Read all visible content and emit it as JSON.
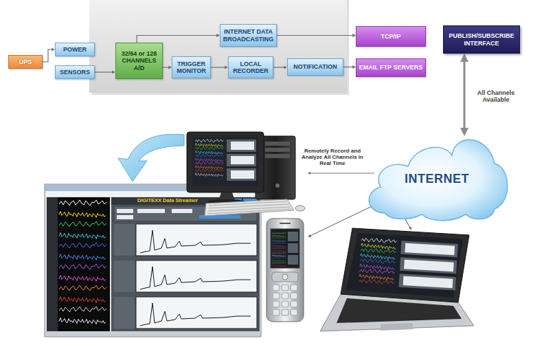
{
  "diagram": {
    "nodes": [
      {
        "text": [
          "UPS"
        ]
      },
      {
        "text": [
          "POWER"
        ]
      },
      {
        "text": [
          "SENSORS"
        ]
      },
      {
        "text": [
          "32/64 or 128 CHANNELS A/D"
        ]
      },
      {
        "text": [
          "INTERNET DATA BROADCASTING"
        ]
      },
      {
        "text": [
          "TRIGGER MONITOR"
        ]
      },
      {
        "text": [
          "LOCAL RECORDER"
        ]
      },
      {
        "text": [
          "NOTIFICATION"
        ]
      },
      {
        "text": [
          "TCP/IP"
        ]
      },
      {
        "text": [
          "EMAIL FTP SERVERS"
        ]
      },
      {
        "text": [
          "PUBLISH/SUBSCRIBE INTERFACE"
        ]
      },
      {
        "text": [
          "INTERNET"
        ]
      }
    ],
    "edges": [
      {
        "from": 0,
        "to": 1,
        "arrow": "to"
      },
      {
        "from": 2,
        "to": 3,
        "arrow": "to"
      },
      {
        "from": 3,
        "to": 4,
        "arrow": "to"
      },
      {
        "from": 3,
        "to": 5,
        "arrow": "to"
      },
      {
        "from": 5,
        "to": 6,
        "arrow": "to"
      },
      {
        "from": 6,
        "to": 7,
        "arrow": "to"
      },
      {
        "from": 7,
        "to": 9,
        "arrow": "to"
      },
      {
        "from": 4,
        "to": 8,
        "arrow": "to"
      },
      {
        "from": 10,
        "to": 11,
        "label": "All Channels Available",
        "arrow": "both"
      }
    ],
    "labels": [
      "Remotely Record and Analyze All Channels in Real Time",
      "DIGITEXX Data Streamer"
    ]
  }
}
